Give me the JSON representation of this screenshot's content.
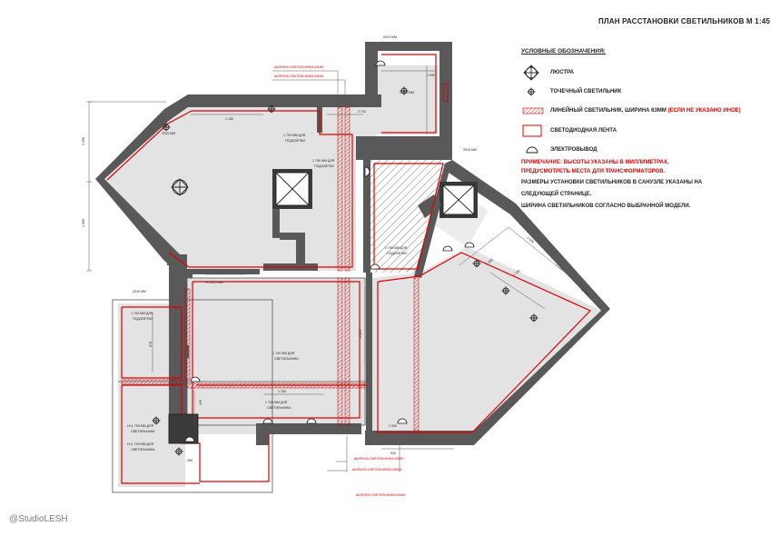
{
  "title": "ПЛАН РАССТАНОВКИ СВЕТИЛЬНИКОВ М 1:45",
  "legend": {
    "heading": "УСЛОВНЫЕ ОБОЗНАЧЕНИЯ:",
    "items": [
      {
        "icon": "chandelier-icon",
        "label": "ЛЮСТРА"
      },
      {
        "icon": "spotlight-icon",
        "label": "ТОЧЕЧНЫЙ СВЕТИЛЬНИК"
      },
      {
        "icon": "linear-light-icon",
        "label": "ЛИНЕЙНЫЙ СВЕТИЛЬНИК, ШИРИНА 63ММ",
        "label_extra": "(ЕСЛИ НЕ УКАЗАНО ИНОЕ)"
      },
      {
        "icon": "led-strip-icon",
        "label": "СВЕТОДИОДНАЯ ЛЕНТА"
      },
      {
        "icon": "power-outlet-icon",
        "label": "ЭЛЕКТРОВЫВОД"
      }
    ]
  },
  "notes": {
    "red": [
      "ПРИМЕЧАНИЕ: ВЫСОТЫ УКАЗАНЫ В МИЛЛИМЕТРАХ,",
      "ПРЕДУСМОТРЕТЬ МЕСТА ДЛЯ ТРАНСФОРМАТОРОВ."
    ],
    "black": [
      "РАЗМЕРЫ УСТАНОВКИ СВЕТИЛЬНИКОВ В САНУЗЛЕ УКАЗАНЫ НА",
      "СЛЕДУЮЩЕЙ СТРАНИЦЕ.",
      "ШИРИНА СВЕТИЛЬНИКОВ СОГЛАСНО ВЫБРАННОЙ МОДЕЛИ."
    ]
  },
  "plan_labels": {
    "top_height": "2515 ММ",
    "width_note_1": "ШИРИНА СВЕТИЛЬНИКА 63ММ",
    "width_note_2": "ШИРИНА СВЕТИЛЬНИКА 63ММ",
    "left_height": "2515 ММ",
    "dim_1150": "1 150",
    "dim_2710": "2 710",
    "dim_1530": "1 530",
    "dim_1196": "1 196",
    "dim_1900": "1 900",
    "h_1700_a": "1 700 ММ ДЛЯ",
    "h_1700_a2": "ПОДСВЕТКИ",
    "h_1700_b": "1 700 ММ ДЛЯ",
    "h_1700_b2": "ПОДСВЕТКИ",
    "h_1700_c": "1 700 ММ",
    "h_1700_d": "1 700 ММ ДЛЯ",
    "h_1700_d2": "ПОДСВЕТКИ",
    "h_2515_mid": "Н=2515 ММ",
    "h_2515_hall": "2515 ММ",
    "h_1700_hall": "1 700 ММ ДЛЯ",
    "h_1700_hall2": "ПОДСВЕТКИ",
    "h_1700_liv": "1 700 ММ ДЛЯ",
    "h_1700_liv2": "СВЕТИЛЬНИКА",
    "h_1700_left": "Н=1 700 ММ ДЛЯ",
    "h_1700_left2": "СВЕТИЛЬНИКА",
    "h_1700_left3": "Н=1 700 ММ ДЛЯ",
    "h_1700_left4": "СВЕТИЛЬНИКА",
    "h_1700_corr": "1 700 ММ ДЛЯ",
    "h_1700_corr2": "СВЕТИЛЬНИКА",
    "dim_1150_b": "1 150",
    "dim_670": "670",
    "dim_2810": "2 810",
    "dim_430": "430",
    "dim_1200": "1 200",
    "dim_1140": "1 140",
    "dim_1120": "1 120",
    "dim_1000": "1 000",
    "dim_2770": "2 770",
    "dim_930": "930",
    "dim_260": "260",
    "dim_1000_b": "1 000",
    "bottom_note_1": "ШИРИНА СВЕТИЛЬНИКА 63ММ",
    "bottom_note_2": "ШИРИНА СВЕТИЛЬНИКА 63ММ",
    "bottom_note_3": "ШИРИНА СВЕТИЛЬНИКА 63ММ",
    "right_height": "2515 ММ"
  },
  "watermark": "@StudioLESH",
  "colors": {
    "wall": "#595959",
    "floor": "#e3e3e3",
    "led": "#e00000",
    "text": "#222222"
  }
}
